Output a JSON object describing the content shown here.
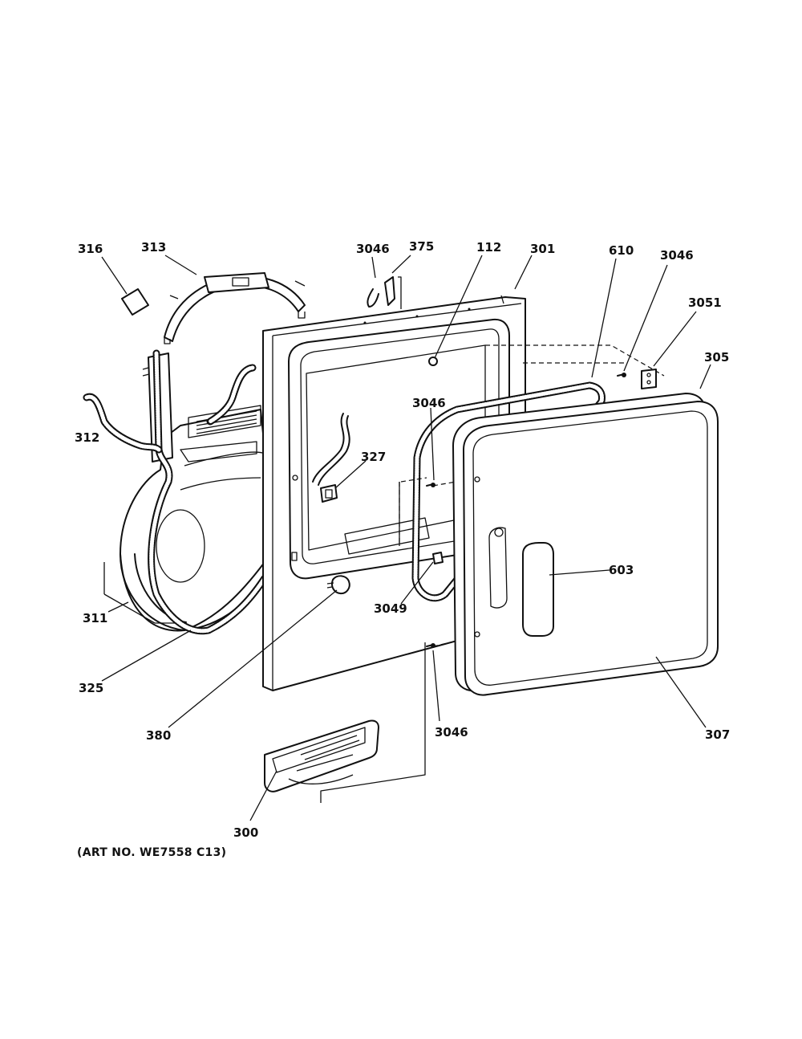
{
  "diagram": {
    "callouts": {
      "c316": "316",
      "c313": "313",
      "c3046_top": "3046",
      "c375": "375",
      "c112": "112",
      "c301": "301",
      "c610": "610",
      "c3046_right": "3046",
      "c3051": "3051",
      "c305": "305",
      "c312": "312",
      "c3046_mid": "3046",
      "c327": "327",
      "c603": "603",
      "c311": "311",
      "c3049": "3049",
      "c325": "325",
      "c380": "380",
      "c3046_bottom": "3046",
      "c307": "307",
      "c300": "300"
    },
    "caption": "(ART NO. WE7558 C13)"
  }
}
